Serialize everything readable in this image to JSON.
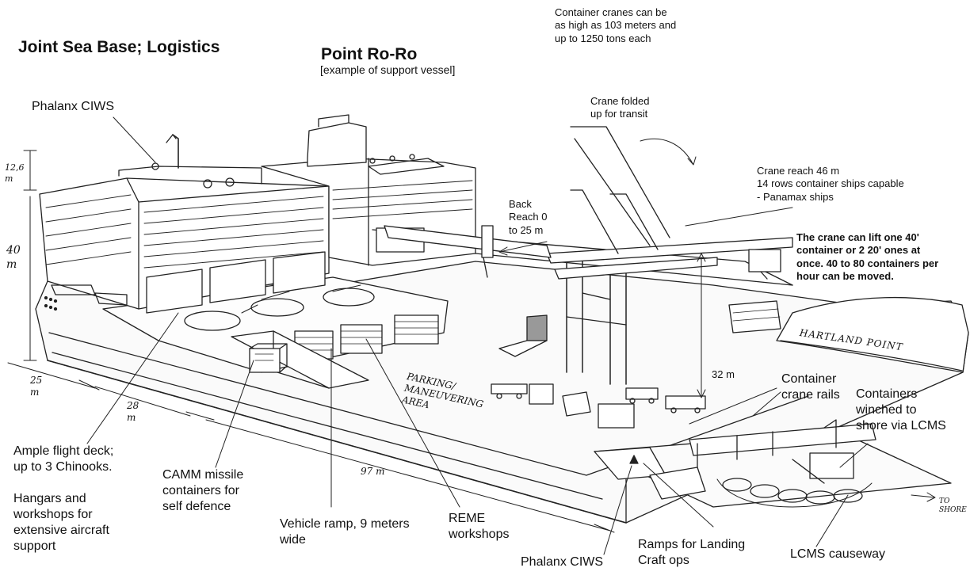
{
  "title": "Joint Sea Base; Logistics",
  "vessel": {
    "name": "Point Ro-Ro",
    "subtitle": "[example of support vessel]",
    "hull_text": "HARTLAND POINT"
  },
  "notes": {
    "crane_heights": "Container cranes can be\nas high as 103 meters and\nup to 1250 tons each",
    "crane_folded": "Crane folded\nup for transit",
    "crane_reach": "Crane reach 46 m\n14 rows container ships capable\n- Panamax ships",
    "back_reach": "Back\nReach 0\nto 25 m",
    "crane_lift": "The crane can lift one 40'\ncontainer or 2 20' ones at\nonce. 40 to 80 containers per\nhour can be moved."
  },
  "callouts": {
    "phalanx_top": "Phalanx CIWS",
    "flight_deck": "Ample flight deck;\nup to 3 Chinooks.",
    "hangars": "Hangars and\nworkshops for\nextensive aircraft\nsupport",
    "camm": "CAMM missile\ncontainers for\nself defence",
    "vehicle_ramp": "Vehicle ramp, 9 meters\nwide",
    "reme": "REME\nworkshops",
    "phalanx_bottom": "Phalanx CIWS",
    "landing_ramps": "Ramps for Landing\nCraft ops",
    "lcms_causeway": "LCMS causeway",
    "container_rails": "Container\ncrane rails",
    "containers_winched": "Containers\nwinched to\nshore via LCMS"
  },
  "dimensions": {
    "mast_height": "12,6\nm",
    "superstructure_height": "40\nm",
    "beam_bow": "25\nm",
    "beam_mid": "28\nm",
    "length": "97 m",
    "crane_clearance": "32 m"
  },
  "deck_labels": {
    "parking": "PARKING/\nMANEUVERING\nAREA",
    "to_shore": "TO\nSHORE"
  }
}
